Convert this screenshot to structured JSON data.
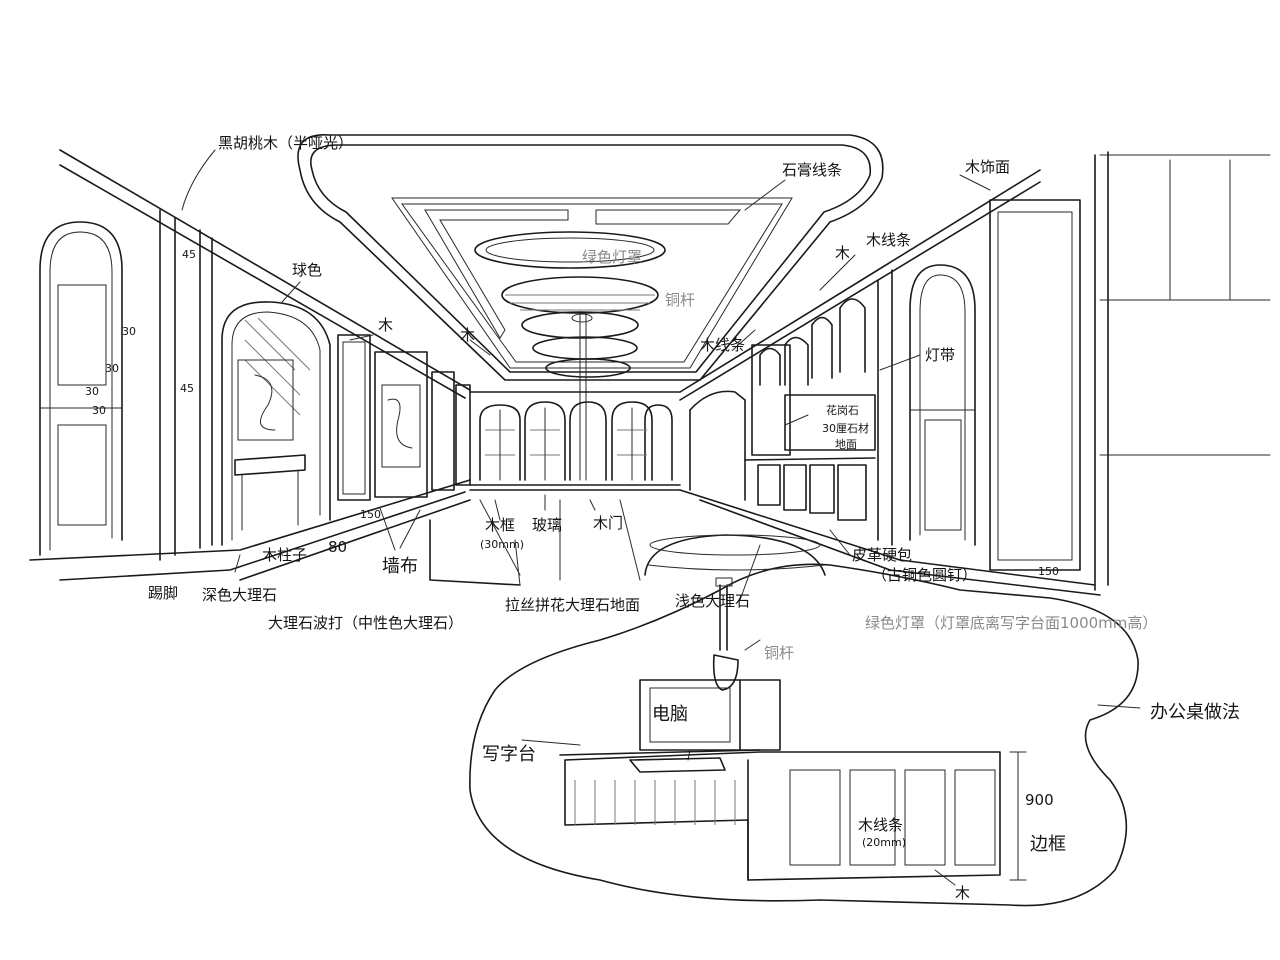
{
  "annotations": {
    "top_left_note": "黑胡桃木（半哑光）",
    "paint_color": "球色",
    "wood_left": "木",
    "stone_frame": "石膏线条",
    "wood_finish": "木饰面",
    "green_shade_top": "绿色灯罩",
    "copper_rod_top": "铜杆",
    "wood_mid_left": "木",
    "wood_line": "木线条",
    "wood_right_a": "木",
    "wood_right_b": "木线条",
    "light_strip": "灯带",
    "stone_wall": "花岗石",
    "stone_wall_2": "30厘石材",
    "stone_wall_3": "地面",
    "wood_frame_label": "木框",
    "wood_frame_size": "(30mm)",
    "glass": "玻璃",
    "wood_door": "木门",
    "fabric": "墙布",
    "wood_column": "木柱子",
    "column_dim": "80",
    "baseboard": "踢脚",
    "dark_marble": "深色大理石",
    "marble_border": "大理石波打（中性色大理石）",
    "marble_floor": "拉丝拼花大理石地面",
    "light_marble": "浅色大理石",
    "leather_pack": "皮革硬包",
    "copper_nail": "（古铜色圆钉）",
    "green_shade_note": "绿色灯罩（灯罩底离写字台面1000mm高）",
    "copper_rod": "铜杆",
    "computer": "电脑",
    "desk": "写字台",
    "wood_line_desk": "木线条",
    "wood_line_desk_size": "(20mm)",
    "edge_frame": "边框",
    "desk_height": "900",
    "wood_bottom": "木",
    "office_desk_method": "办公桌做法",
    "dim_45_a": "45",
    "dim_45_b": "45",
    "dim_30_a": "30",
    "dim_30_b": "30",
    "dim_30_c": "30",
    "dim_30_d": "30",
    "dim_150_a": "150",
    "dim_150_b": "150"
  }
}
